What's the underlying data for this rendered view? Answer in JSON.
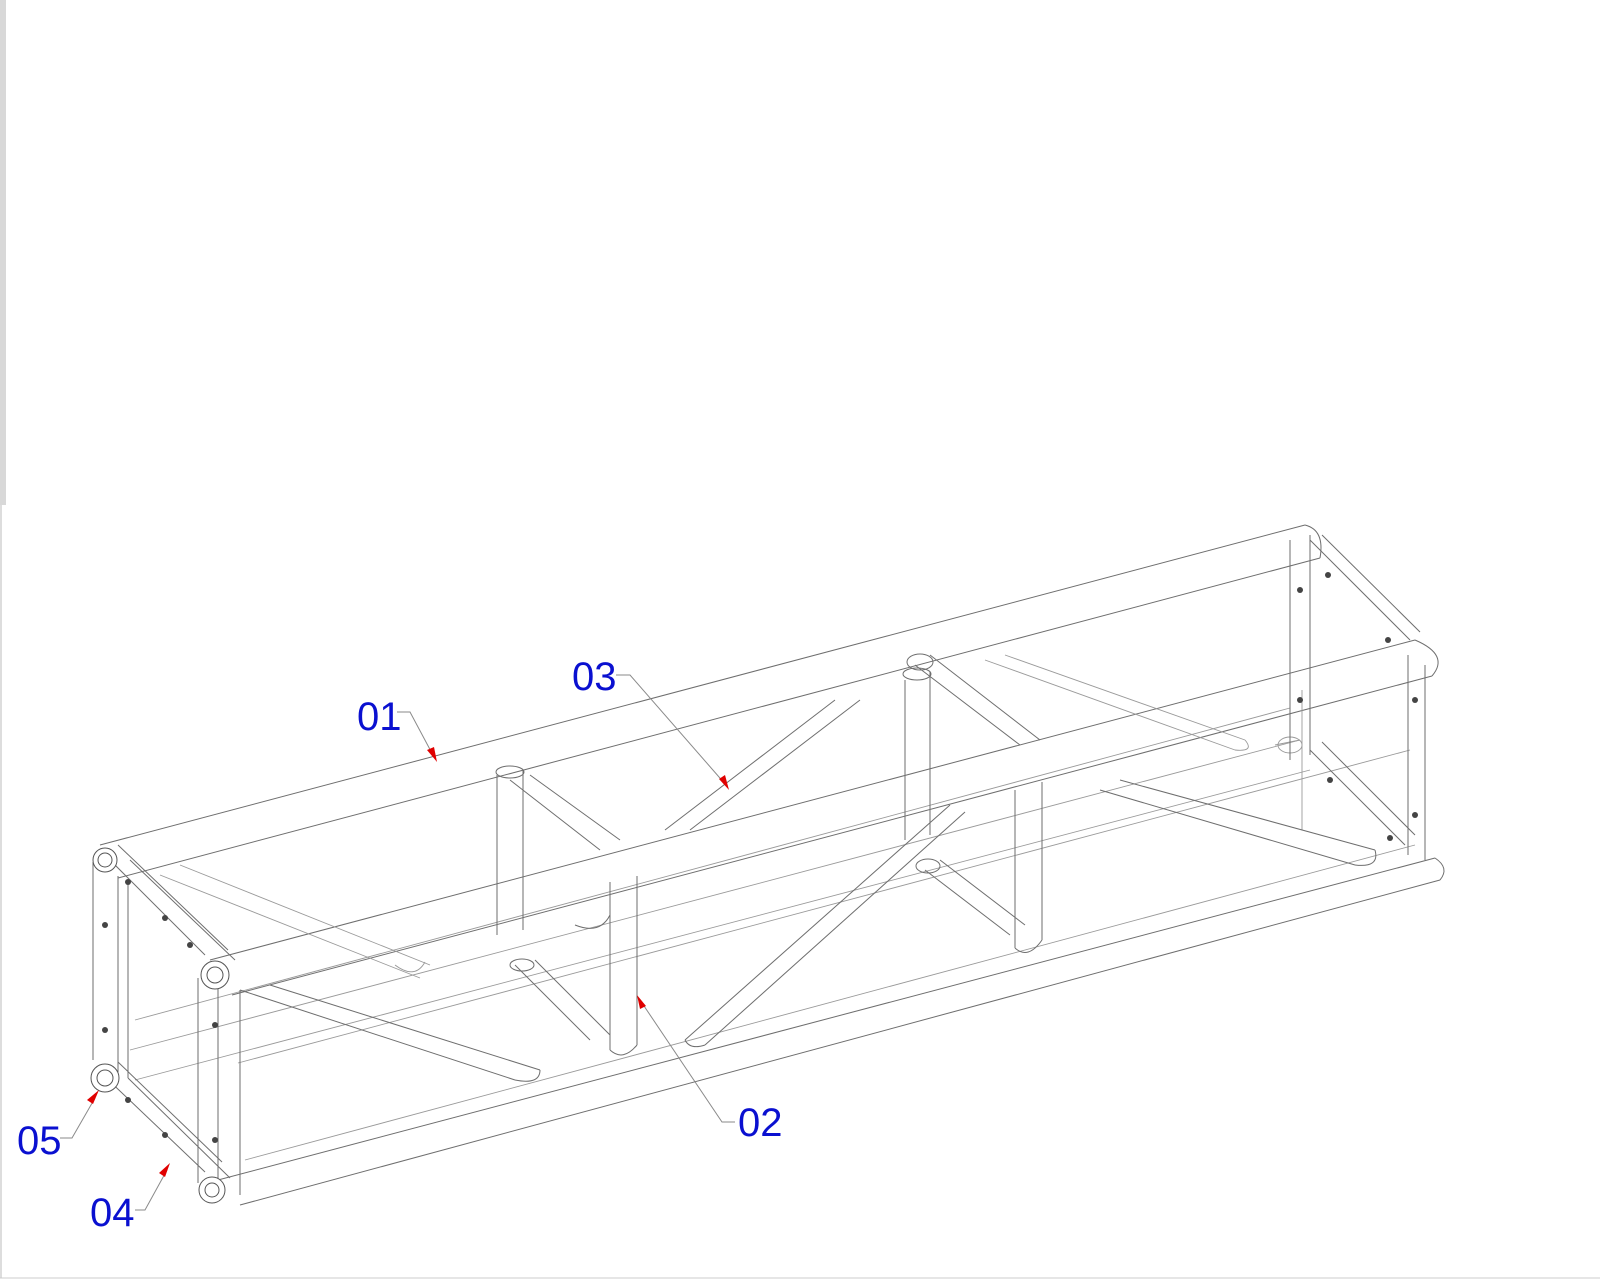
{
  "callouts": [
    {
      "id": "01",
      "label": "01"
    },
    {
      "id": "02",
      "label": "02"
    },
    {
      "id": "03",
      "label": "03"
    },
    {
      "id": "04",
      "label": "04"
    },
    {
      "id": "05",
      "label": "05"
    }
  ],
  "colors": {
    "label": "#0a10d0",
    "arrow": "#e00000",
    "line": "#6e6e6e"
  }
}
